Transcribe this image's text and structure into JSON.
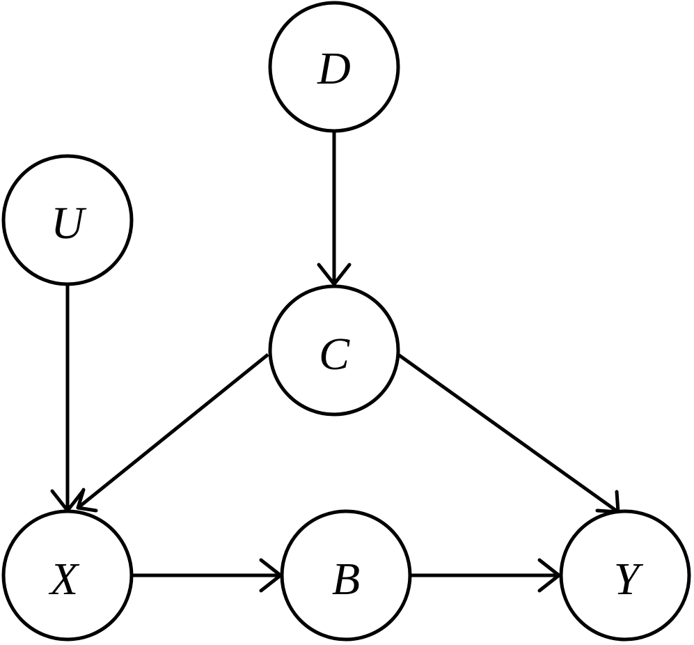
{
  "nodes": [
    {
      "id": "D",
      "label": "D"
    },
    {
      "id": "U",
      "label": "U"
    },
    {
      "id": "C",
      "label": "C"
    },
    {
      "id": "X",
      "label": "X"
    },
    {
      "id": "B",
      "label": "B"
    },
    {
      "id": "Y",
      "label": "Y"
    }
  ],
  "edges": [
    {
      "from": "D",
      "to": "C"
    },
    {
      "from": "U",
      "to": "X"
    },
    {
      "from": "C",
      "to": "X"
    },
    {
      "from": "C",
      "to": "Y"
    },
    {
      "from": "X",
      "to": "B"
    },
    {
      "from": "B",
      "to": "Y"
    }
  ],
  "colors": {
    "stroke": "#000000",
    "fill": "#ffffff"
  }
}
